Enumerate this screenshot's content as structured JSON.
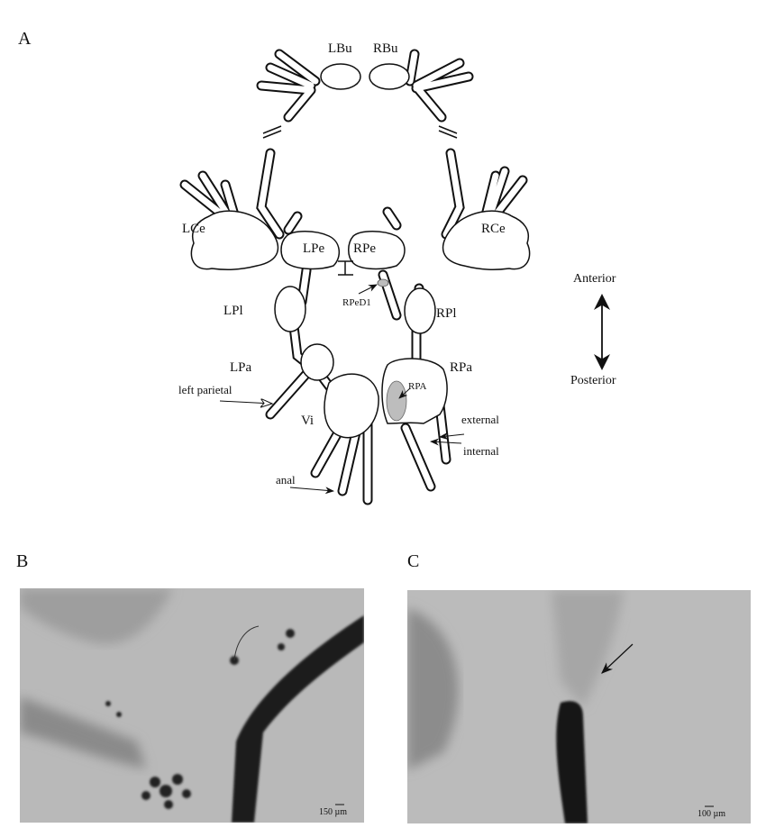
{
  "panels": {
    "a": "A",
    "b": "B",
    "c": "C"
  },
  "ganglia": {
    "lbu": "LBu",
    "rbu": "RBu",
    "lce": "LCe",
    "rce": "RCe",
    "lpe": "LPe",
    "rpe": "RPe",
    "lpl": "LPl",
    "rpl": "RPl",
    "lpa": "LPa",
    "rpa": "RPa",
    "vi": "Vi"
  },
  "annotations": {
    "rped1": "RPeD1",
    "rpa_area": "RPA",
    "left_parietal": "left parietal",
    "external": "external",
    "internal": "internal",
    "anal": "anal"
  },
  "orientation": {
    "anterior": "Anterior",
    "posterior": "Posterior"
  },
  "scale_bars": {
    "b": "150 µm",
    "c": "100 µm"
  },
  "colors": {
    "line": "#111111",
    "rpa_fill": "#bdbdbd",
    "photo_bg": "#b9b9b9",
    "stain": "#1a1a1a"
  }
}
